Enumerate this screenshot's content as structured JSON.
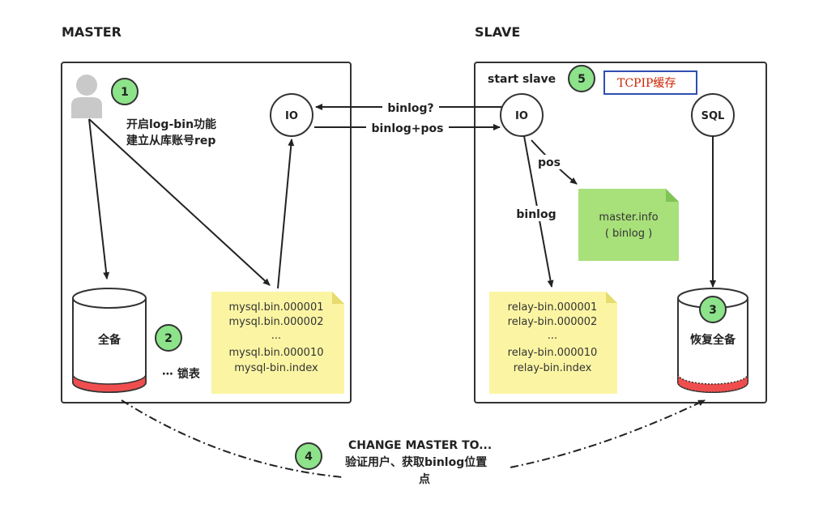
{
  "master": {
    "heading": "MASTER",
    "user_note_line1": "开启log-bin功能",
    "user_note_line2": "建立从库账号rep",
    "io_label": "IO",
    "db_label": "全备",
    "lock_label": "⋯ 锁表",
    "binlog_files": [
      "mysql.bin.000001",
      "mysql.bin.000002",
      "...",
      "mysql.bin.000010",
      "mysql-bin.index"
    ]
  },
  "slave": {
    "heading": "SLAVE",
    "start_label": "start slave",
    "tcpip_label": "TCPIP缓存",
    "io_label": "IO",
    "sql_label": "SQL",
    "pos_label": "pos",
    "binlog_label": "binlog",
    "master_info_line1": "master.info",
    "master_info_line2": "( binlog )",
    "relay_files": [
      "relay-bin.000001",
      "relay-bin.000002",
      "...",
      "relay-bin.000010",
      "relay-bin.index"
    ],
    "db_label": "恢复全备"
  },
  "transfer": {
    "request_label": "binlog?",
    "response_label": "binlog+pos"
  },
  "change": {
    "line1": "CHANGE MASTER TO...",
    "line2": "验证用户、获取binlog位置",
    "line3": "点"
  },
  "steps": [
    "1",
    "2",
    "3",
    "4",
    "5"
  ],
  "colors": {
    "step_fill": "#8de38a",
    "note_fill": "#fbf5a3",
    "master_info_fill": "#a8e07a",
    "db_band": "#f04e4e",
    "tcp_border": "#2e4fb0"
  }
}
